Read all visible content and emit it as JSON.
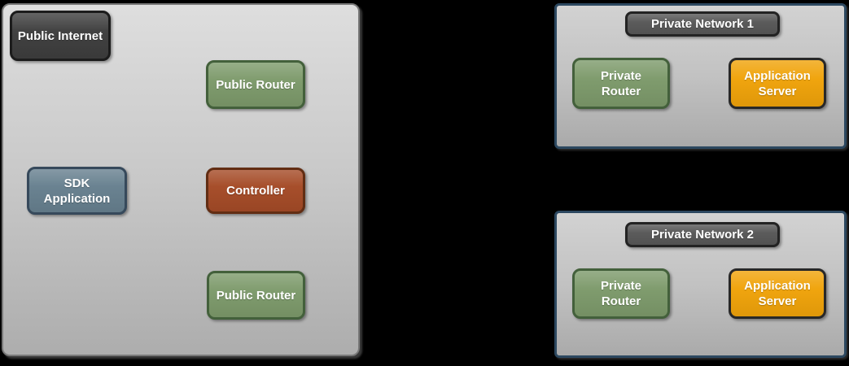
{
  "colors": {
    "canvas_background": "#000000",
    "panel_fill_top": "#dedede",
    "panel_fill_bottom": "#adadad",
    "left_panel_border": "#787878",
    "private_panel_border": "#2c4860",
    "dark_node_fill": "#3e3e3e",
    "title_node_fill": "#585858",
    "green_node_fill": "#7d9a6b",
    "green_node_border": "#43603b",
    "blue_node_fill": "#67808f",
    "blue_node_border": "#36495b",
    "rust_node_fill": "#a54b27",
    "rust_node_border": "#622d13",
    "orange_node_fill": "#f0a30a",
    "node_text_color": "#ffffff"
  },
  "left_panel": {
    "public_internet_label": "Public Internet",
    "public_router_top_label": "Public Router",
    "sdk_application_label": "SDK Application",
    "controller_label": "Controller",
    "public_router_bottom_label": "Public Router"
  },
  "private_network_1": {
    "title": "Private Network 1",
    "private_router_label": "Private Router",
    "application_server_label": "Application Server"
  },
  "private_network_2": {
    "title": "Private Network 2",
    "private_router_label": "Private Router",
    "application_server_label": "Application Server"
  }
}
